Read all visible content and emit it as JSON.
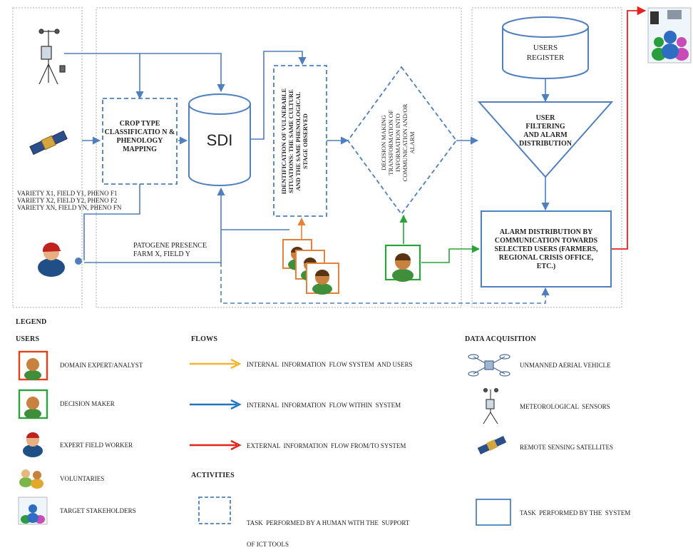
{
  "diagram": {
    "crop_box": "CROP TYPE CLASSIFICATIO N & PHENOLOGY MAPPING",
    "sdi": "SDI",
    "identification": [
      "IDENTIFICATION OF VULNERABLE",
      "SITUATIONS: THE SAME CULTURE",
      "AND THE SAME PHENOLOGICAL",
      "STAGE OBSERVED"
    ],
    "decision": [
      "DECISION MAKING",
      "TRANSFORMATION OF",
      "INFORMATION INTO",
      "COMMUNICATION AND/OR",
      "ALARM"
    ],
    "users_register": [
      "USERS",
      "REGISTER"
    ],
    "user_filtering": [
      "USER",
      "FILTERING",
      "AND ALARM",
      "DISTRIBUTION"
    ],
    "alarm_distribution": [
      "ALARM DISTRIBUTION BY",
      "COMMUNICATION TOWARDS",
      "SELECTED USERS (FARMERS,",
      "REGIONAL CRISIS OFFICE,",
      "ETC.)"
    ],
    "variety_lines": [
      "VARIETY X1, FIELD Y1, PHENO F1",
      "VARIETY X2, FIELD Y2, PHENO F2",
      "VARIETY XN, FIELD YN, PHENO FN"
    ],
    "patogene": [
      "PATOGENE PRESENCE",
      "FARM X, FIELD Y"
    ]
  },
  "legend": {
    "title": "LEGEND",
    "users_heading": "USERS",
    "users": [
      {
        "icon": "domain-expert-icon",
        "label": "DOMAIN EXPERT/ANALYST"
      },
      {
        "icon": "decision-maker-icon",
        "label": "DECISION MAKER"
      },
      {
        "icon": "field-worker-icon",
        "label": "EXPERT FIELD WORKER"
      },
      {
        "icon": "voluntaries-icon",
        "label": "VOLUNTARIES"
      },
      {
        "icon": "stakeholders-icon",
        "label": "TARGET STAKEHOLDERS"
      }
    ],
    "flows_heading": "FLOWS",
    "flows": [
      {
        "color": "#f2b630",
        "label": "INTERNAL  INFORMATION  FLOW SYSTEM  AND USERS"
      },
      {
        "color": "#1f74c4",
        "label": "INTERNAL  INFORMATION  FLOW WITHIN  SYSTEM"
      },
      {
        "color": "#e3221c",
        "label": "EXTERNAL  INFORMATION  FLOW FROM/TO SYSTEM"
      }
    ],
    "activities_heading": "ACTIVITIES",
    "activity_human": [
      "TASK  PERFORMED BY A HUMAN WITH THE  SUPPORT",
      "OF ICT TOOLS"
    ],
    "activity_system": "TASK  PERFORMED BY THE  SYSTEM",
    "data_heading": "DATA ACQUISITION",
    "data": [
      {
        "icon": "uav-icon",
        "label": "UNMANNED AERIAL VEHICLE"
      },
      {
        "icon": "weather-station-icon",
        "label": "METEOROLOGICAL  SENSORS"
      },
      {
        "icon": "satellite-icon",
        "label": "REMOTE SENSING SATELLITES"
      }
    ]
  },
  "colors": {
    "blue": "#4f7fbf",
    "orange": "#e4813a",
    "green": "#2aa33a",
    "red": "#e3221c",
    "border_gray": "#aaaaaa"
  }
}
